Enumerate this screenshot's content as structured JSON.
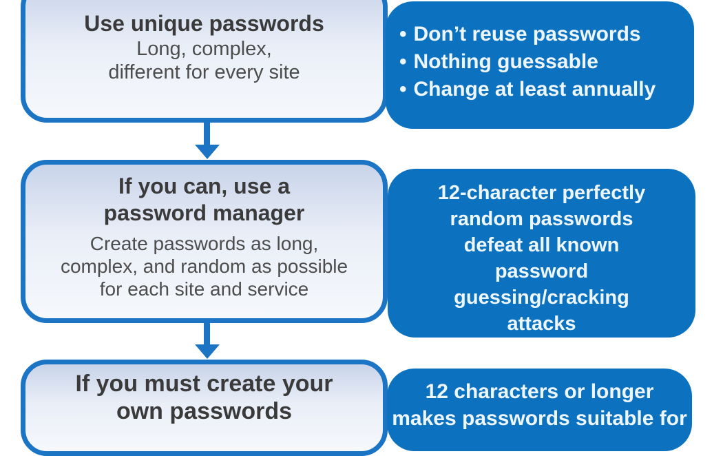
{
  "colors": {
    "primary_blue": "#0c72c0",
    "border_blue": "#1b74c4",
    "box_fill_top": "#c9d4ea",
    "box_fill_bottom": "#f6f8fc",
    "title_text": "#3a3a3a",
    "body_text": "#4d4d4d",
    "callout_text": "#eef6fd"
  },
  "bullet_char": "•",
  "flow": {
    "step1": {
      "title": "Use unique passwords",
      "body1": "Long, complex,",
      "body2": "different for every site"
    },
    "step2": {
      "title1": "If you can, use a",
      "title2": "password manager",
      "body1": "Create passwords as long,",
      "body2": "complex, and random as possible",
      "body3": "for each site and service"
    },
    "step3": {
      "title1": "If you must create your",
      "title2": "own passwords"
    }
  },
  "callouts": {
    "callout1": {
      "item1": "Don’t reuse passwords",
      "item2": "Nothing guessable",
      "item3": "Change at least annually"
    },
    "callout2": {
      "line1": "12-character perfectly",
      "line2": "random passwords",
      "line3": "defeat all known",
      "line4": "password",
      "line5": "guessing/cracking",
      "line6": "attacks"
    },
    "callout3": {
      "line1": "12 characters or longer",
      "line2": "makes passwords suitable for"
    }
  }
}
